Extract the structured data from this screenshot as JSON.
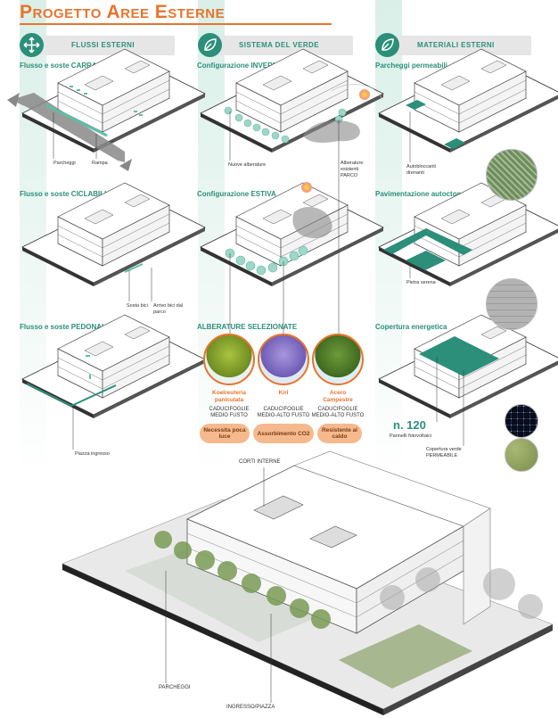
{
  "title": "Progetto Aree Esterne",
  "columns": {
    "flussi": {
      "header": "FLUSSI ESTERNI",
      "icon": "arrows-cross-icon",
      "panels": [
        {
          "label": "Flusso e soste CARRABILI",
          "notes": [
            "Parcheggi",
            "Rampa"
          ]
        },
        {
          "label": "Flusso e soste CICLABILI",
          "notes": [
            "Sosta bici",
            "Arrivo bici dal parco"
          ]
        },
        {
          "label": "Flusso e soste PEDONALI",
          "notes": [
            "Piazza ingresso"
          ]
        }
      ]
    },
    "verde": {
      "header": "SISTEMA DEL VERDE",
      "icon": "leaf-icon",
      "panels": [
        {
          "label": "Configurazione INVERNALE",
          "notes": [
            "Nuove alberature",
            "Alberature esistenti PARCO"
          ]
        },
        {
          "label": "Configurazione ESTIVA",
          "notes": []
        },
        {
          "label": "ALBERATURE SELEZIONATE",
          "notes": []
        }
      ],
      "trees": [
        {
          "name": "Koelreuteria paniculata",
          "desc": "CADUCIFOGLIE MEDIO FUSTO",
          "badge": "Necessita poca luce",
          "color": "#8fae2e"
        },
        {
          "name": "Kiri",
          "desc": "CADUCIFOGLIE MEDIO-ALTO FUSTO",
          "badge": "Assorbimento CO2",
          "color": "#8e7cc9"
        },
        {
          "name": "Acero Campestre",
          "desc": "CADUCIFOGLIE MEDIO-ALTO FUSTO",
          "badge": "Resistente al caldo",
          "color": "#4f7a2a"
        }
      ]
    },
    "materiali": {
      "header": "MATERIALI ESTERNI",
      "icon": "leaf-icon",
      "panels": [
        {
          "label": "Parcheggi permeabili",
          "notes": [
            "Autobloccanti drenanti"
          ]
        },
        {
          "label": "Pavimentazione autoctona",
          "notes": [
            "Pietra serena"
          ]
        },
        {
          "label": "Copertura energetica",
          "notes": [
            "Pannelli fotovoltaici",
            "Copertura verde PERMEABILE"
          ]
        }
      ],
      "panel_count": "n. 120"
    }
  },
  "axon": {
    "notes": [
      "CORTI INTERNE",
      "PARCHEGGI",
      "INGRESSO/PIAZZA"
    ]
  },
  "colors": {
    "accent": "#e8742c",
    "green": "#2b8f7a",
    "badge": "#f6b98d"
  }
}
